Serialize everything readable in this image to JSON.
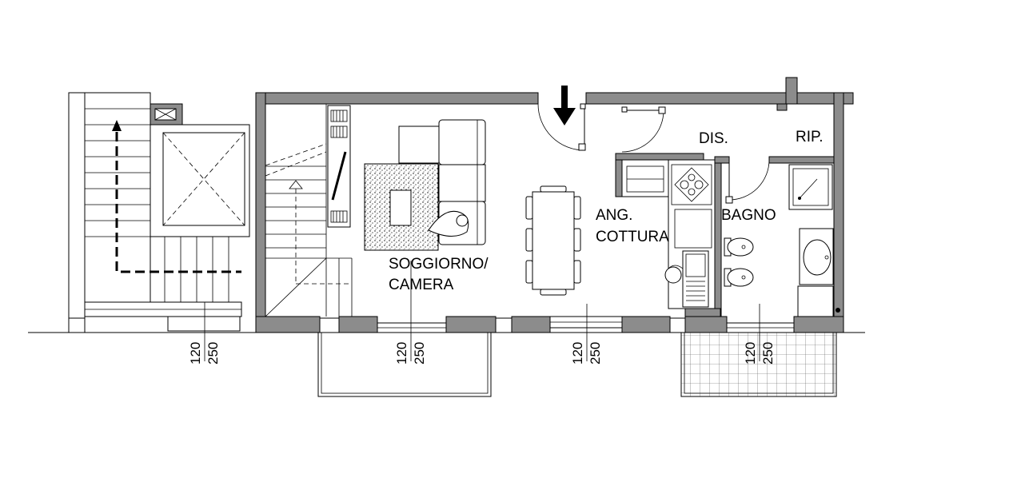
{
  "rooms": {
    "soggiorno_line1": "SOGGIORNO/",
    "soggiorno_line2": "CAMERA",
    "cucina_line1": "ANG.",
    "cucina_line2": "COTTURA",
    "disimpegno": "DIS.",
    "ripostiglio": "RIP.",
    "bagno": "BAGNO"
  },
  "openings": [
    {
      "sill": "120",
      "height": "250"
    },
    {
      "sill": "120",
      "height": "250"
    },
    {
      "sill": "120",
      "height": "250"
    },
    {
      "sill": "120",
      "height": "250"
    }
  ],
  "colors": {
    "wall": "#8c8c8c",
    "line": "#000000",
    "background": "#ffffff"
  }
}
